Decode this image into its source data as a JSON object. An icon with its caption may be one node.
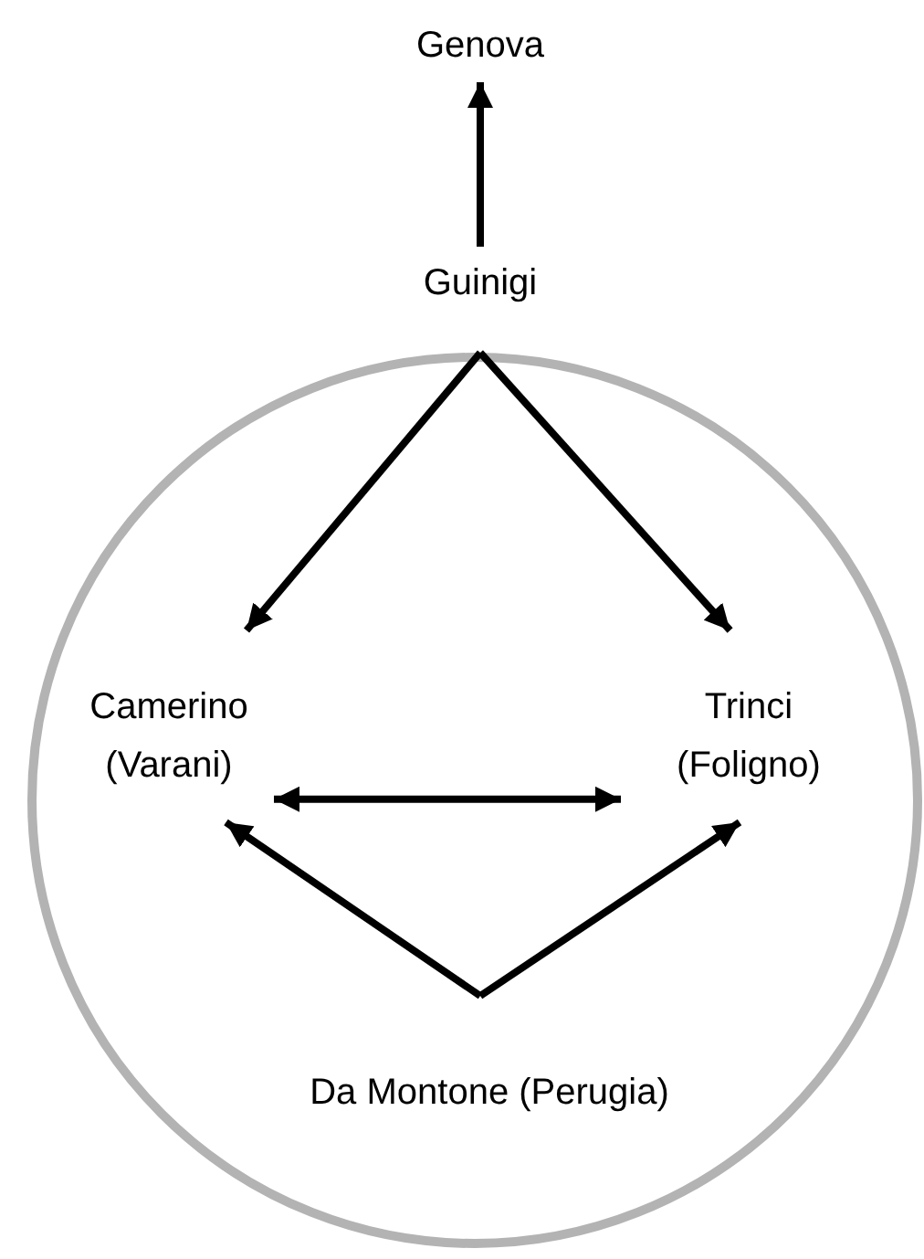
{
  "diagram": {
    "nodes": [
      {
        "text": [
          "Genova"
        ]
      },
      {
        "text": [
          "Guinigi"
        ]
      },
      {
        "text": [],
        "shape": "circle"
      },
      {
        "text": [
          "Camerino (Varani)"
        ],
        "in": 2
      },
      {
        "text": [
          "Trinci (Foligno)"
        ],
        "in": 2
      },
      {
        "text": [
          "Da Montone (Perugia)"
        ],
        "in": 2
      }
    ],
    "edges": [
      {
        "from": 1,
        "to": 0,
        "arrow": "to"
      },
      {
        "from": 1,
        "to": 3,
        "arrow": "to"
      },
      {
        "from": 1,
        "to": 4,
        "arrow": "to"
      },
      {
        "from": 3,
        "to": 4,
        "arrow": "both"
      },
      {
        "from": 5,
        "to": 3,
        "arrow": "to"
      },
      {
        "from": 5,
        "to": 4,
        "arrow": "to"
      }
    ]
  }
}
